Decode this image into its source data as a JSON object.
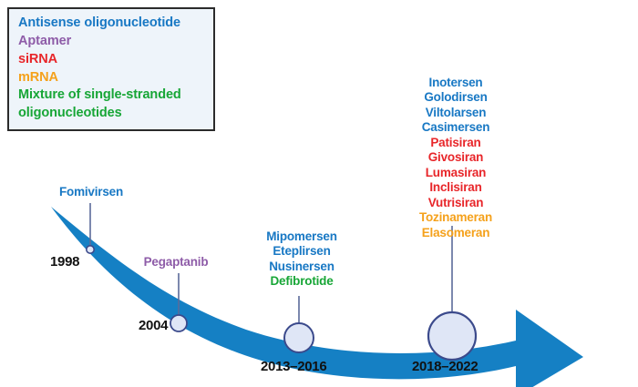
{
  "colors": {
    "aso": "#1878c4",
    "aptamer": "#8e5ca8",
    "sirna": "#e8262a",
    "mrna": "#f5a11b",
    "mixture": "#17a636",
    "arrow": "#1580c4",
    "node_fill": "#dfe6f6",
    "node_stroke": "#3b4a8c",
    "connector": "#5b6b99",
    "legend_bg": "#eef4fa",
    "legend_border": "#2b2b2b",
    "date_text": "#111111"
  },
  "legend": {
    "items": [
      {
        "label": "Antisense oligonucleotide",
        "color_key": "aso"
      },
      {
        "label": "Aptamer",
        "color_key": "aptamer"
      },
      {
        "label": "siRNA",
        "color_key": "sirna"
      },
      {
        "label": "mRNA",
        "color_key": "mrna"
      },
      {
        "label": "Mixture of single-stranded\noligonucleotides",
        "color_key": "mixture"
      }
    ]
  },
  "milestones": [
    {
      "id": "m1998",
      "date": "1998",
      "drugs": [
        {
          "name": "Fomivirsen",
          "color_key": "aso"
        }
      ]
    },
    {
      "id": "m2004",
      "date": "2004",
      "drugs": [
        {
          "name": "Pegaptanib",
          "color_key": "aptamer"
        }
      ]
    },
    {
      "id": "m2013_2016",
      "date": "2013–2016",
      "drugs": [
        {
          "name": "Mipomersen",
          "color_key": "aso"
        },
        {
          "name": "Eteplirsen",
          "color_key": "aso"
        },
        {
          "name": "Nusinersen",
          "color_key": "aso"
        },
        {
          "name": "Defibrotide",
          "color_key": "mixture"
        }
      ]
    },
    {
      "id": "m2018_2022",
      "date": "2018–2022",
      "drugs": [
        {
          "name": "Inotersen",
          "color_key": "aso"
        },
        {
          "name": "Golodirsen",
          "color_key": "aso"
        },
        {
          "name": "Viltolarsen",
          "color_key": "aso"
        },
        {
          "name": "Casimersen",
          "color_key": "aso"
        },
        {
          "name": "Patisiran",
          "color_key": "sirna"
        },
        {
          "name": "Givosiran",
          "color_key": "sirna"
        },
        {
          "name": "Lumasiran",
          "color_key": "sirna"
        },
        {
          "name": "Inclisiran",
          "color_key": "sirna"
        },
        {
          "name": "Vutrisiran",
          "color_key": "sirna"
        },
        {
          "name": "Tozinameran",
          "color_key": "mrna"
        },
        {
          "name": "Elasomeran",
          "color_key": "mrna"
        }
      ]
    }
  ]
}
